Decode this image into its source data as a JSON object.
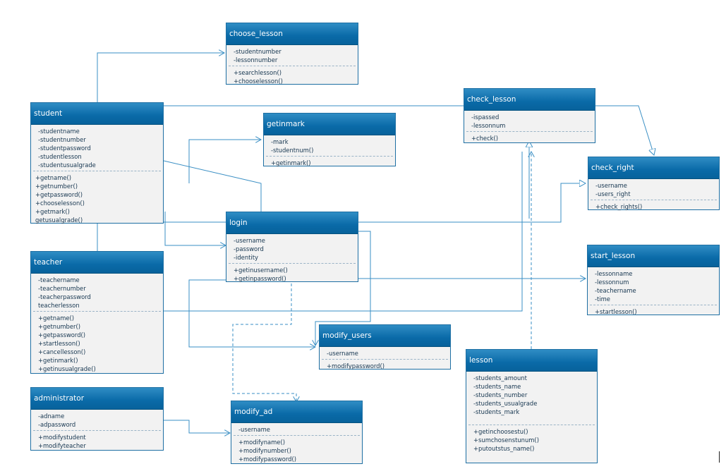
{
  "classes": {
    "choose_lesson": {
      "name": "choose_lesson",
      "attributes": [
        "-studentnumber",
        "-lessonnumber"
      ],
      "operations": [
        "+searchlesson()",
        "+chooselesson()"
      ]
    },
    "student": {
      "name": "student",
      "attributes": [
        "-studentname",
        "-studentnumber",
        "-studentpassword",
        "-studentlesson",
        "-studentusualgrade"
      ],
      "operations": [
        "+getname()",
        "+getnumber()",
        "+getpassword()",
        "+chooselesson()",
        "+getmark()",
        "getusualgrade()"
      ]
    },
    "getinmark": {
      "name": "getinmark",
      "attributes": [
        "-mark",
        "-studentnum()"
      ],
      "operations": [
        "+getinmark()"
      ]
    },
    "check_lesson": {
      "name": "check_lesson",
      "attributes": [
        "-ispassed",
        "-lessonnum"
      ],
      "operations": [
        "+check()"
      ]
    },
    "check_right": {
      "name": "check_right",
      "attributes": [
        "-username",
        "-users_right"
      ],
      "operations": [
        "+check_rights()"
      ]
    },
    "login": {
      "name": "login",
      "attributes": [
        "-username",
        "-password",
        "-identity"
      ],
      "operations": [
        "+getinusername()",
        "+getinpassword()"
      ]
    },
    "teacher": {
      "name": "teacher",
      "attributes": [
        "-teachername",
        "-teachernumber",
        "-teacherpassword",
        "teacherlesson"
      ],
      "operations": [
        "+getname()",
        "+getnumber()",
        "+getpassword()",
        "+startlesson()",
        "+cancellesson()",
        "+getinmark()",
        "+getinusualgrade()"
      ]
    },
    "start_lesson": {
      "name": "start_lesson",
      "attributes": [
        "-lessonname",
        "-lessonnum",
        "-teachername",
        "-time"
      ],
      "operations": [
        "+startlesson()"
      ]
    },
    "modify_users": {
      "name": "modify_users",
      "attributes": [
        "-username"
      ],
      "operations": [
        "+modifypassword()"
      ]
    },
    "lesson": {
      "name": "lesson",
      "attributes": [
        "-students_amount",
        "-students_name",
        "-students_number",
        "-students_usualgrade",
        "-students_mark"
      ],
      "operations": [
        "+getinchoosestu()",
        "+sumchosenstunum()",
        "+putoutstus_name()"
      ]
    },
    "administrator": {
      "name": "administrator",
      "attributes": [
        "-adname",
        "-adpassword"
      ],
      "operations": [
        "+modifystudent",
        "+modifyteacher"
      ]
    },
    "modify_ad": {
      "name": "modify_ad",
      "attributes": [
        "-username"
      ],
      "operations": [
        "+modifyname()",
        "+modifynumber()",
        "+modifypassword()"
      ]
    }
  },
  "colors": {
    "header_top": "#2f8dc4",
    "header_bottom": "#07629c",
    "line": "#3a8fc4",
    "body": "#f2f2f2"
  }
}
